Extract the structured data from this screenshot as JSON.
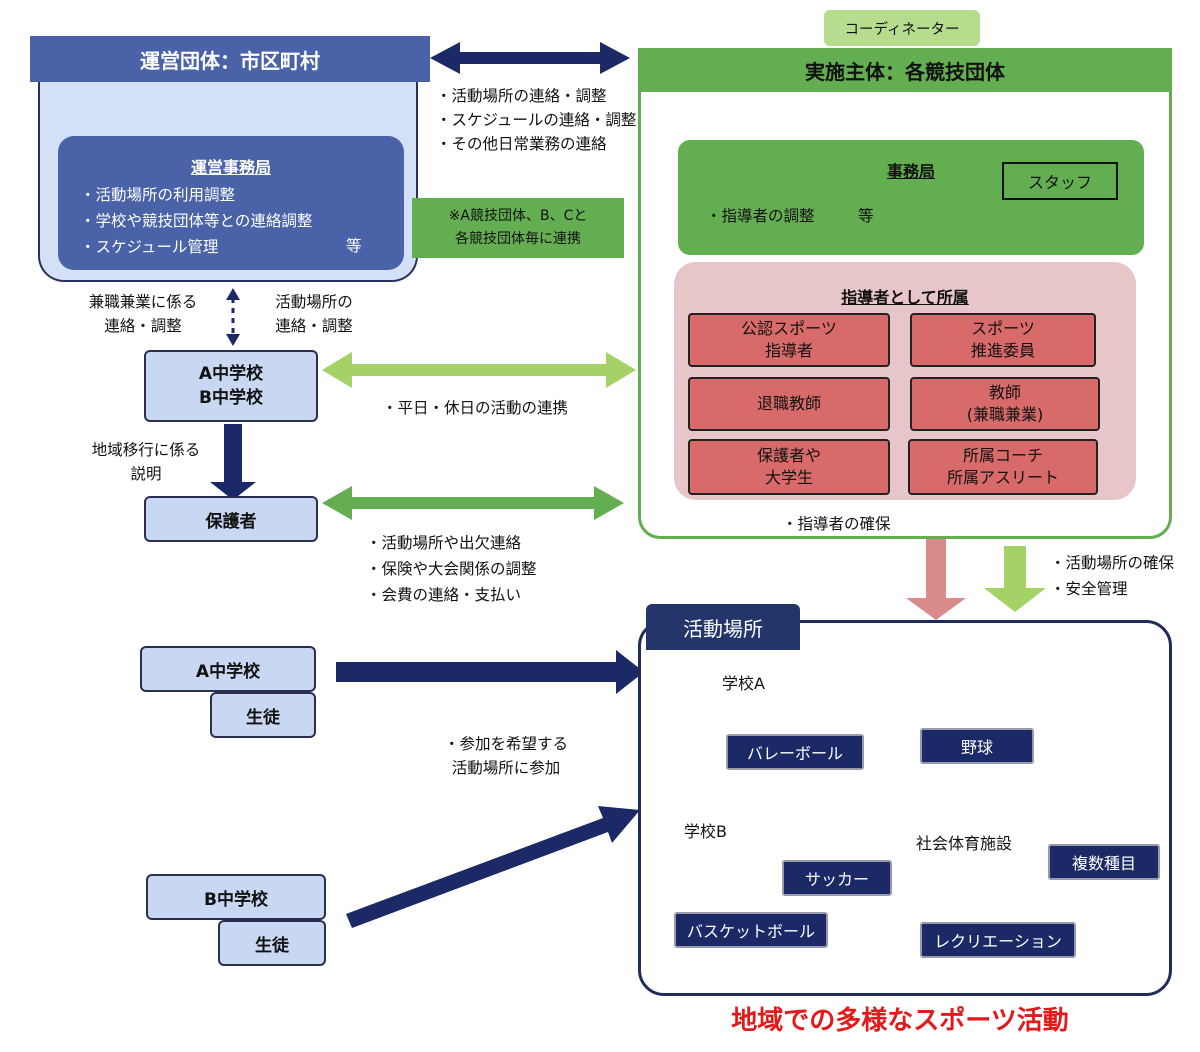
{
  "left_org": {
    "header": "運営団体：市区町村",
    "office_title": "運営事務局",
    "office_items": [
      "・活動場所の利用調整",
      "・学校や競技団体等との連絡調整",
      "・スケジュール管理"
    ],
    "office_etc": "等"
  },
  "top_link": {
    "items": [
      "・活動場所の連絡・調整",
      "・スケジュールの連絡・調整",
      "・その他日常業務の連絡"
    ]
  },
  "green_note": "※A競技団体、B、Cと\n各競技団体毎に連携",
  "right_org": {
    "coordinator": "コーディネーター",
    "header": "実施主体：各競技団体",
    "office_title": "事務局",
    "office_item": "・指導者の調整",
    "office_etc": "等",
    "staff": "スタッフ",
    "affiliation_title": "指導者として所属",
    "roles": [
      "公認スポーツ\n指導者",
      "スポーツ\n推進委員",
      "退職教師",
      "教師\n(兼職兼業)",
      "保護者や\n大学生",
      "所属コーチ\n所属アスリート"
    ],
    "secure_leaders": "・指導者の確保"
  },
  "schools_top": {
    "left_label": "兼職兼業に係る\n連絡・調整",
    "right_label": "活動場所の\n連絡・調整",
    "box": "A中学校\nB中学校",
    "weekday_link": "・平日・休日の活動の連携",
    "transition_label": "地域移行に係る\n説明"
  },
  "guardian": {
    "box": "保護者",
    "items": [
      "・活動場所や出欠連絡",
      "・保険や大会関係の調整",
      "・会費の連絡・支払い"
    ]
  },
  "venue_support": [
    "・活動場所の確保",
    "・安全管理"
  ],
  "students": {
    "school_a": "A中学校",
    "school_b": "B中学校",
    "student_label": "生徒",
    "participation": "・参加を希望する\n活動場所に参加"
  },
  "activity_place": {
    "title": "活動場所",
    "school_a": "学校A",
    "school_b": "学校B",
    "facility": "社会体育施設",
    "sports": {
      "volleyball": "バレーボール",
      "baseball": "野球",
      "soccer": "サッカー",
      "basketball": "バスケットボール",
      "multi": "複数種目",
      "recreation": "レクリエーション"
    }
  },
  "footer": "地域での多様なスポーツ活動",
  "colors": {
    "navy": "#1b2a66",
    "left_blue": "#4a62a8",
    "light_blue": "#c9d8f2",
    "green": "#63ae51",
    "light_green": "#a4d266",
    "pink": "#e6c6c9",
    "role_red": "#d96a6a",
    "footer_red": "#e41a1a"
  }
}
